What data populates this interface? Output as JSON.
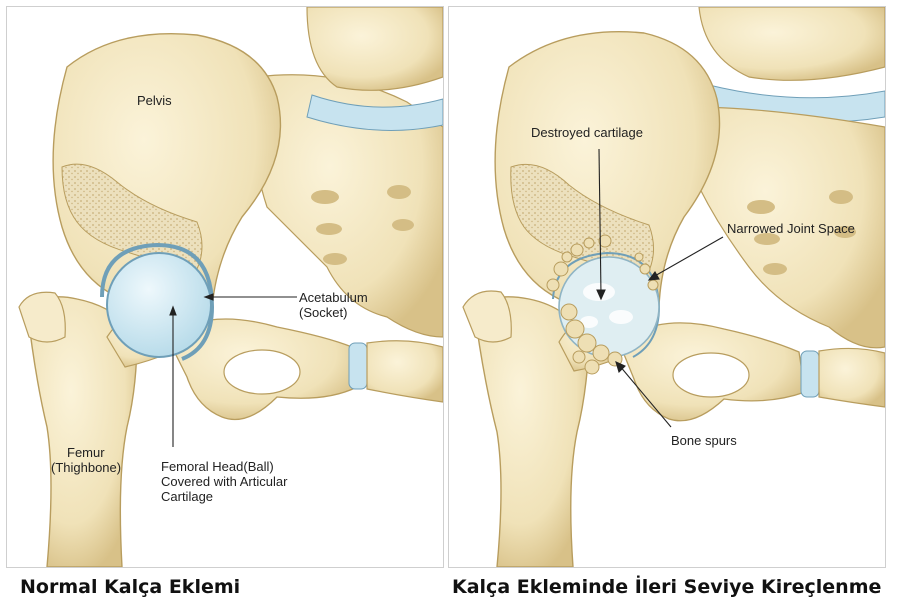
{
  "left_panel": {
    "caption": "Normal Kalça Eklemi",
    "labels": {
      "pelvis": "Pelvis",
      "acetabulum": [
        "Acetabulum",
        "(Socket)"
      ],
      "femur": [
        "Femur",
        "(Thighbone)"
      ],
      "femoral_head": [
        "Femoral Head(Ball)",
        "Covered with Articular",
        "Cartilage"
      ]
    }
  },
  "right_panel": {
    "caption": "Kalça Ekleminde İleri Seviye Kireçlenme",
    "labels": {
      "destroyed_cartilage": "Destroyed cartilage",
      "narrowed_joint_space": "Narrowed Joint Space",
      "bone_spurs": "Bone spurs"
    }
  },
  "colors": {
    "bone": "#f1e5c1",
    "bone_shadow": "#d9c58f",
    "bone_outline": "#b89d5e",
    "cartilage": "#cfe8f2",
    "cartilage_outline": "#6f9fb8",
    "spongy": "#e8dcb8"
  }
}
